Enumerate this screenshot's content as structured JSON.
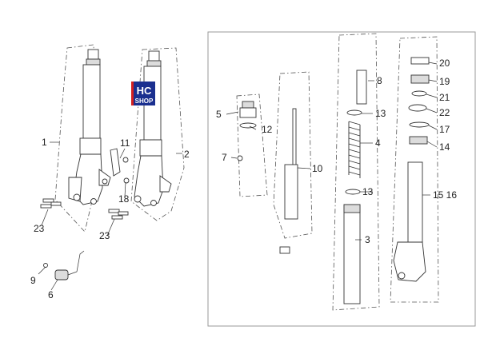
{
  "badge": {
    "line1": "HC",
    "line2": "SHOP",
    "color_primary": "#1a2f8f",
    "color_accent": "#d42020"
  },
  "colors": {
    "line": "#333333",
    "frame": "#999999",
    "shade": "#dcdcdc"
  },
  "labels": {
    "l1": "1",
    "l2": "2",
    "l3": "3",
    "l4": "4",
    "l5": "5",
    "l6": "6",
    "l7": "7",
    "l8": "8",
    "l9": "9",
    "l10": "10",
    "l11": "11",
    "l12": "12",
    "l13a": "13",
    "l13b": "13",
    "l14": "14",
    "l1516": "15 16",
    "l17": "17",
    "l18": "18",
    "l19": "19",
    "l20": "20",
    "l21": "21",
    "l22": "22",
    "l23a": "23",
    "l23b": "23"
  }
}
